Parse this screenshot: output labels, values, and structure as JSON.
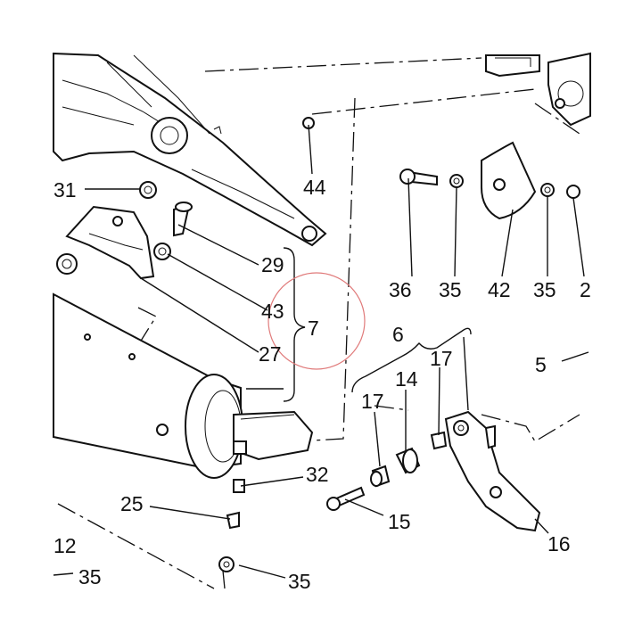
{
  "diagram": {
    "callout_labels": {
      "l31": "31",
      "l29": "29",
      "l43": "43",
      "l27": "27",
      "l7": "7",
      "l44": "44",
      "l36": "36",
      "l35a": "35",
      "l42": "42",
      "l35b": "35",
      "l2x": "2",
      "l6": "6",
      "l5": "5",
      "l17a": "17",
      "l14": "14",
      "l17b": "17",
      "l32": "32",
      "l25": "25",
      "l15": "15",
      "l16": "16",
      "l12": "12",
      "l35c": "35",
      "l35d": "35"
    },
    "colors": {
      "line": "#111111",
      "highlight_circle": "#e07a7a",
      "background": "#ffffff"
    }
  }
}
